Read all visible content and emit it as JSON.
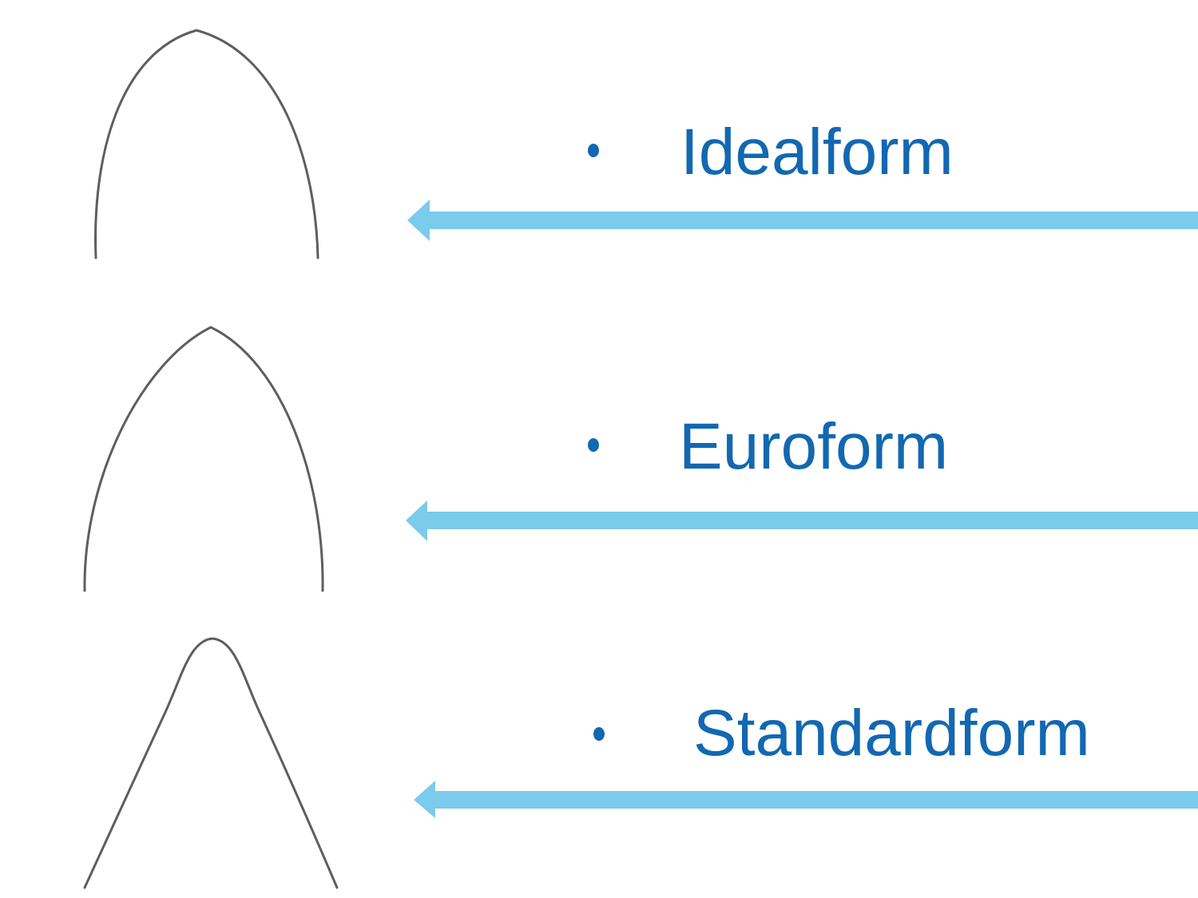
{
  "slide": {
    "items": [
      {
        "label": "Idealform",
        "shape": "idealform-archwire"
      },
      {
        "label": "Euroform",
        "shape": "euroform-archwire"
      },
      {
        "label": "Standardform",
        "shape": "standardform-archwire"
      }
    ]
  },
  "colors": {
    "accent_text": "#1268b1",
    "arrow": "#7bcbec",
    "wire": "#5e5e5e",
    "background": "#ffffff"
  }
}
